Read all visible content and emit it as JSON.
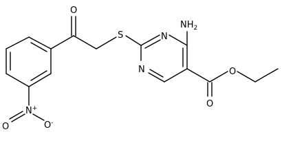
{
  "molecule": {
    "atoms": {
      "nh2": {
        "main": "NH",
        "sub": "2"
      },
      "n_ring_top": "N",
      "n_ring_left": "N",
      "s_thio": "S",
      "o_ketone": "O",
      "o_ester_dbl": "O",
      "o_ester": "O",
      "n_nitro": {
        "main": "N",
        "charge": "+"
      },
      "o_nitro_dbl": "O",
      "o_nitro_neg": {
        "main": "O",
        "charge": "-"
      }
    }
  }
}
